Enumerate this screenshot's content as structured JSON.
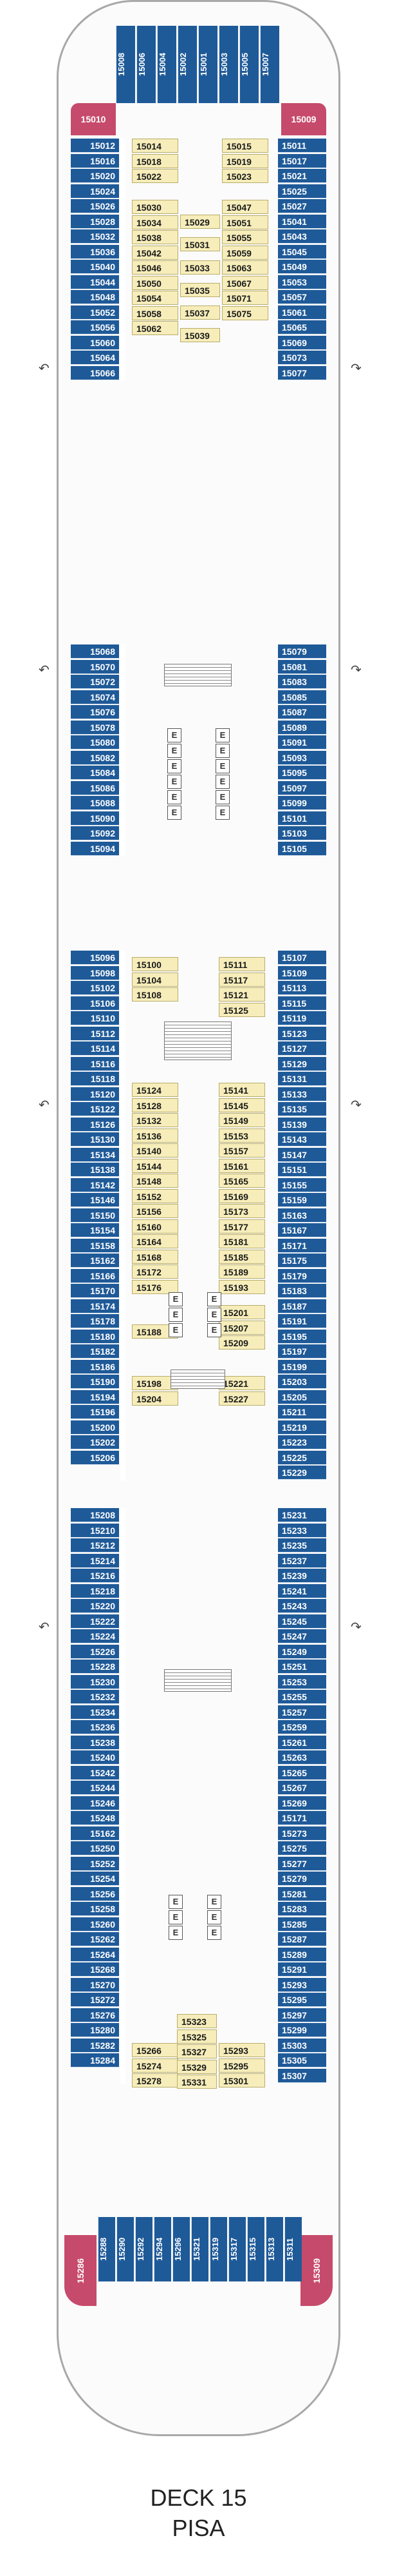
{
  "deck": {
    "title": "DECK 15",
    "name": "PISA"
  },
  "colors": {
    "outer_cabin": "#1f5a98",
    "inner_cabin": "#f6edba",
    "suite": "#c64a6b"
  },
  "icon_legend": {
    "bullet": "accessible-cabin-marker-icon",
    "arrow": "lifeboat-deployment-arrow-icon",
    "E": "elevator-icon"
  },
  "sections": [
    {
      "left_outer": [
        "15012",
        "15016",
        "15020",
        "15024",
        "15026",
        "15028",
        "15032",
        "15036",
        "15040",
        "15044",
        "15048",
        "15052",
        "15056",
        "15060",
        "15064",
        "15066"
      ],
      "right_outer": [
        "15011",
        "15017",
        "15021",
        "15025",
        "15027",
        "15041",
        "15043",
        "15045",
        "15049",
        "15053",
        "15057",
        "15061",
        "15065",
        "15069",
        "15073",
        "15077"
      ],
      "inner_left": [
        "15014",
        "15018",
        "15022",
        "15030",
        "15034",
        "15038",
        "15042",
        "15046",
        "15050",
        "15054",
        "15058",
        "15062"
      ],
      "inner_center": [
        "15029",
        "15031",
        "15033",
        "15035",
        "15037",
        "15039"
      ],
      "inner_right": [
        "15015",
        "15019",
        "15023",
        "15047",
        "15051",
        "15055",
        "15059",
        "15063",
        "15067",
        "15071",
        "15075"
      ]
    },
    {
      "left_outer": [
        "15068",
        "15070",
        "15072",
        "15074",
        "15076",
        "15078",
        "15080",
        "15082",
        "15084",
        "15086",
        "15088",
        "15090",
        "15092",
        "15094"
      ],
      "right_outer": [
        "15079",
        "15081",
        "15083",
        "15085",
        "15087",
        "15089",
        "15091",
        "15093",
        "15095",
        "15097",
        "15099",
        "15101",
        "15103",
        "15105"
      ],
      "inner_left": [],
      "inner_center": [],
      "inner_right": []
    },
    {
      "left_outer": [
        "15096",
        "15098",
        "15102",
        "15106",
        "15110",
        "15112",
        "15114",
        "15116",
        "15118",
        "15120",
        "15122",
        "15126",
        "15130",
        "15134",
        "15138",
        "15142",
        "15146",
        "15150",
        "15154",
        "15158",
        "15162",
        "15166",
        "15170",
        "15174",
        "15178",
        "15180",
        "15182",
        "15186",
        "15190",
        "15194",
        "15196",
        "15200",
        "15202",
        "15206"
      ],
      "right_outer": [
        "15107",
        "15109",
        "15113",
        "15115",
        "15119",
        "15123",
        "15127",
        "15129",
        "15131",
        "15133",
        "15135",
        "15139",
        "15143",
        "15147",
        "15151",
        "15155",
        "15159",
        "15163",
        "15167",
        "15171",
        "15175",
        "15179",
        "15183",
        "15187",
        "15191",
        "15195",
        "15197",
        "15199",
        "15203",
        "15205",
        "15211",
        "15219",
        "15223",
        "15225",
        "15229"
      ],
      "inner_left": [
        "15100",
        "15104",
        "15108",
        "15124",
        "15128",
        "15132",
        "15136",
        "15140",
        "15144",
        "15148",
        "15152",
        "15156",
        "15160",
        "15164",
        "15168",
        "15172",
        "15176",
        "15188",
        "15198",
        "15204"
      ],
      "inner_center": [],
      "inner_right": [
        "15111",
        "15117",
        "15121",
        "15125",
        "15141",
        "15145",
        "15149",
        "15153",
        "15157",
        "15161",
        "15165",
        "15169",
        "15173",
        "15177",
        "15181",
        "15185",
        "15189",
        "15193",
        "15201",
        "15207",
        "15209",
        "15221",
        "15227"
      ]
    },
    {
      "left_outer": [
        "15208",
        "15210",
        "15212",
        "15214",
        "15216",
        "15218",
        "15220",
        "15222",
        "15224",
        "15226",
        "15228",
        "15230",
        "15232",
        "15234",
        "15236",
        "15238",
        "15240",
        "15242",
        "15244",
        "15246",
        "15248",
        "15162",
        "15250",
        "15252",
        "15254",
        "15256",
        "15258",
        "15260",
        "15262",
        "15264",
        "15268",
        "15270",
        "15272",
        "15276",
        "15280",
        "15282",
        "15284"
      ],
      "right_outer": [
        "15231",
        "15233",
        "15235",
        "15237",
        "15239",
        "15241",
        "15243",
        "15245",
        "15247",
        "15249",
        "15251",
        "15253",
        "15255",
        "15257",
        "15259",
        "15261",
        "15263",
        "15265",
        "15267",
        "15269",
        "15171",
        "15273",
        "15275",
        "15277",
        "15279",
        "15281",
        "15283",
        "15285",
        "15287",
        "15289",
        "15291",
        "15293",
        "15295",
        "15297",
        "15299",
        "15303",
        "15305",
        "15307"
      ],
      "inner_left": [
        "15266",
        "15274",
        "15278"
      ],
      "inner_center": [
        "15323",
        "15325",
        "15327",
        "15329",
        "15331"
      ],
      "inner_right": [
        "15293",
        "15295",
        "15301"
      ]
    }
  ],
  "bow_top": [
    "15008",
    "15006",
    "15004",
    "15002",
    "15001",
    "15003",
    "15005",
    "15007"
  ],
  "bow_suites": [
    "15010",
    "15009"
  ],
  "stern_bottom": [
    "15288",
    "15290",
    "15292",
    "15294",
    "15296",
    "15321",
    "15319",
    "15317",
    "15315",
    "15313",
    "15311"
  ],
  "stern_suites": [
    "15286",
    "15309"
  ]
}
